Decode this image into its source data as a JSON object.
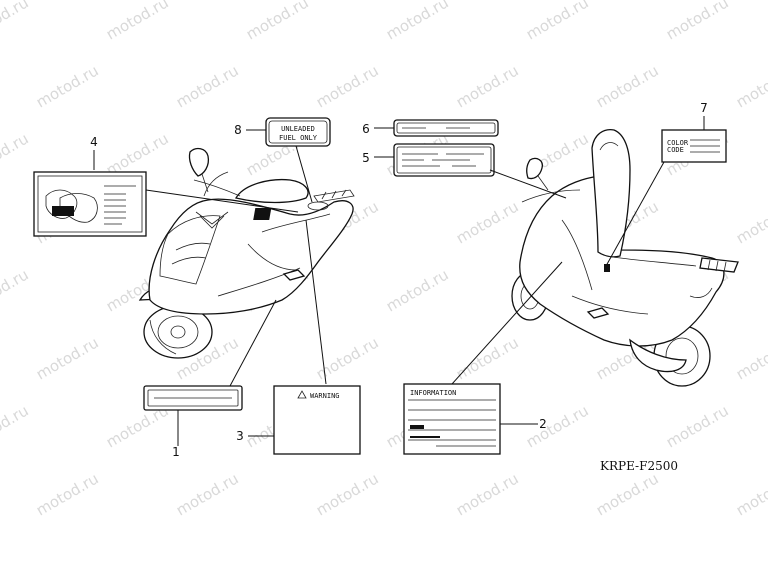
{
  "watermark": {
    "text": "motod.ru"
  },
  "diagram_code": "KRPE-F2500",
  "callouts": [
    {
      "id": "1",
      "number": "1"
    },
    {
      "id": "2",
      "number": "2"
    },
    {
      "id": "3",
      "number": "3"
    },
    {
      "id": "4",
      "number": "4"
    },
    {
      "id": "5",
      "number": "5"
    },
    {
      "id": "6",
      "number": "6"
    },
    {
      "id": "7",
      "number": "7"
    },
    {
      "id": "8",
      "number": "8"
    }
  ],
  "labels": {
    "fuel_line1": "UNLEADED",
    "fuel_line2": "FUEL ONLY",
    "warning_title": "WARNING",
    "information_title": "INFORMATION",
    "color_code_line1": "COLOR",
    "color_code_line2": "CODE"
  }
}
